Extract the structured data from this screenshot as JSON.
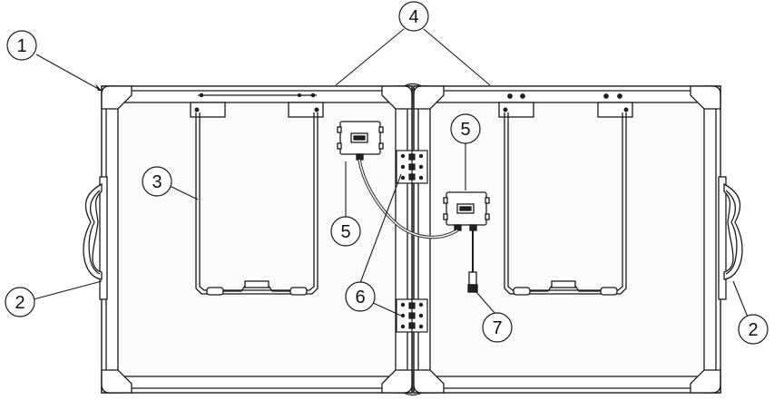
{
  "callouts": [
    {
      "id": "c1",
      "label": "1"
    },
    {
      "id": "c2a",
      "label": "2"
    },
    {
      "id": "c2b",
      "label": "2"
    },
    {
      "id": "c3",
      "label": "3"
    },
    {
      "id": "c4",
      "label": "4"
    },
    {
      "id": "c5a",
      "label": "5"
    },
    {
      "id": "c5b",
      "label": "5"
    },
    {
      "id": "c6",
      "label": "6"
    },
    {
      "id": "c7",
      "label": "7"
    }
  ],
  "colors": {
    "stroke": "#1a1a1a",
    "fill": "#ffffff",
    "panel": "#fbfbfb",
    "dark": "#222222",
    "cable": "#333333"
  }
}
